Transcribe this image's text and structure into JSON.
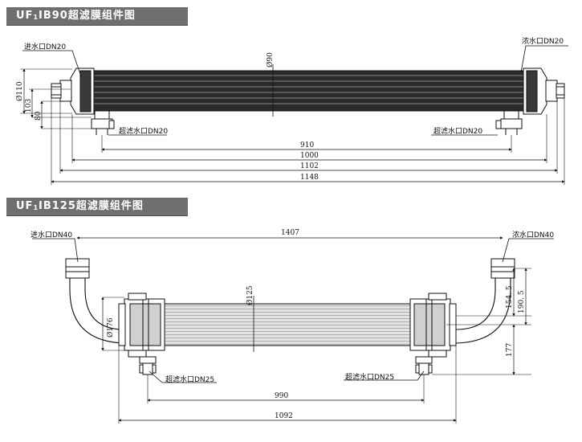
{
  "section1": {
    "title_prefix": "UF",
    "title_sub": "1",
    "title_rest": "IB90超滤膜组件图",
    "inlet_label": "进水口DN20",
    "concentrate_label": "浓水口DN20",
    "permeate_left_label": "超滤水口DN20",
    "permeate_right_label": "超滤水口DN20",
    "diameter_label": "Ø90",
    "dims": {
      "d110": "Ø110",
      "d103": "103",
      "d80": "80",
      "d910": "910",
      "d1000": "1000",
      "d1102": "1102",
      "d1148": "1148"
    }
  },
  "section2": {
    "title_prefix": "UF",
    "title_sub": "1",
    "title_rest": "IB125超滤膜组件图",
    "inlet_label": "进水口DN40",
    "concentrate_label": "浓水口DN40",
    "permeate_left_label": "超滤水口DN25",
    "permeate_right_label": "超滤水口DN25",
    "diameter_label": "Ø125",
    "dims": {
      "d1407": "1407",
      "d176": "Ø176",
      "d154": "154. 5",
      "d190": "190. 5",
      "d177": "177",
      "d990": "990",
      "d1092": "1092"
    }
  },
  "colors": {
    "title_bar": "#6f6f6f",
    "line": "#111111",
    "membrane_dark": "#2a2a2a",
    "membrane_light": "#d6d6d6"
  }
}
